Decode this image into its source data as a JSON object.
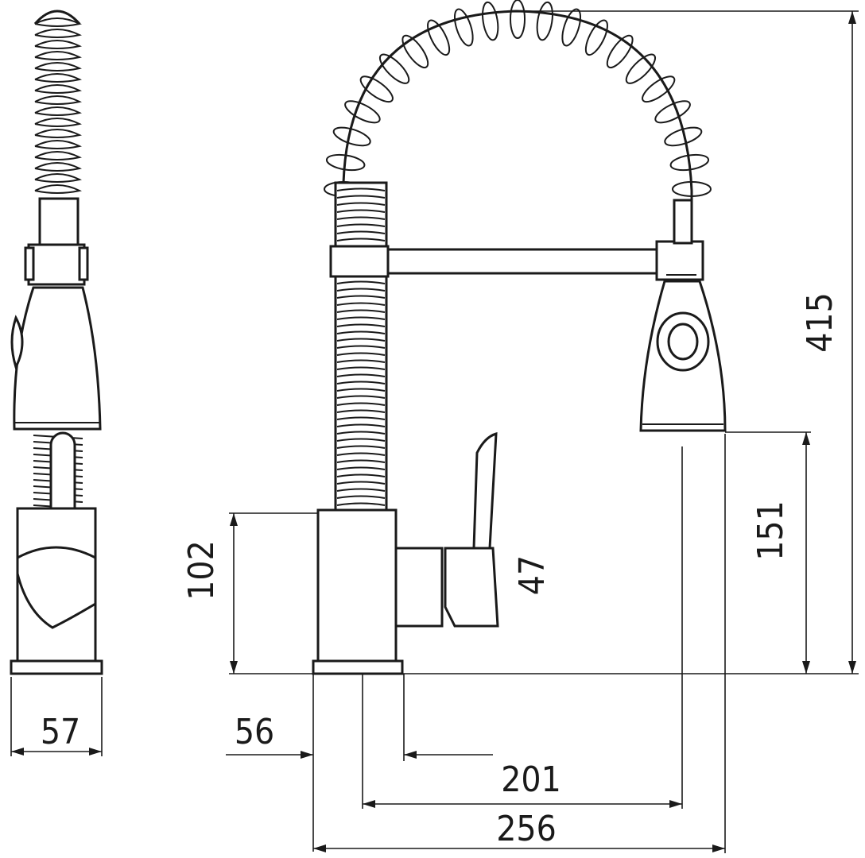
{
  "drawing": {
    "subject": "pull-down spring kitchen faucet",
    "colors": {
      "line": "#1a1a1a",
      "background": "#ffffff"
    },
    "dimensions": {
      "side_base_width": "57",
      "base_offset": "56",
      "body_height": "102",
      "handle_height": "47",
      "spout_reach": "201",
      "total_reach": "256",
      "spout_clearance": "151",
      "total_height": "415"
    }
  }
}
